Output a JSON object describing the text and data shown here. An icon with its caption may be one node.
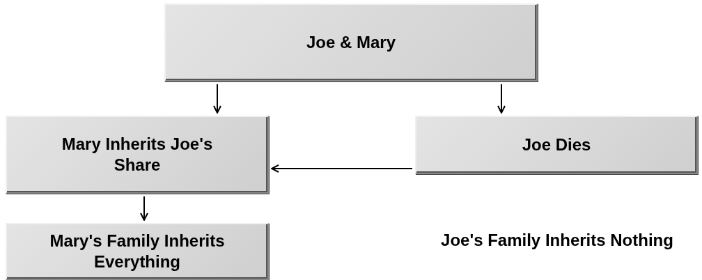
{
  "diagram": {
    "nodes": [
      {
        "text": [
          "Joe & Mary"
        ]
      },
      {
        "text": [
          "Mary Inherits Joe's Share"
        ]
      },
      {
        "text": [
          "Joe Dies"
        ]
      },
      {
        "text": [
          "Mary's Family Inherits Everything"
        ]
      }
    ],
    "edges": [
      {
        "from": 0,
        "to": 1,
        "arrow": "to"
      },
      {
        "from": 0,
        "to": 2,
        "arrow": "to"
      },
      {
        "from": 2,
        "to": 1,
        "arrow": "to"
      },
      {
        "from": 1,
        "to": 3,
        "arrow": "to"
      }
    ],
    "labels": [
      "Joe's Family Inherits Nothing"
    ]
  }
}
